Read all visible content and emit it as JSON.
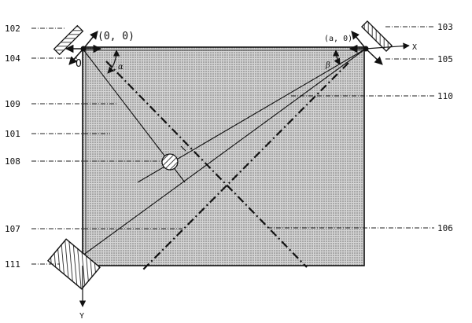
{
  "refs": {
    "r101": "101",
    "r102": "102",
    "r103": "103",
    "r104": "104",
    "r105": "105",
    "r106": "106",
    "r107": "107",
    "r108": "108",
    "r109": "109",
    "r110": "110",
    "r111": "111"
  },
  "coords": {
    "origin": "(0, 0)",
    "right": "(a, 0)",
    "zero": "O"
  },
  "axes": {
    "x": "X",
    "y": "Y"
  },
  "angles": {
    "alpha": "α",
    "beta": "β"
  }
}
